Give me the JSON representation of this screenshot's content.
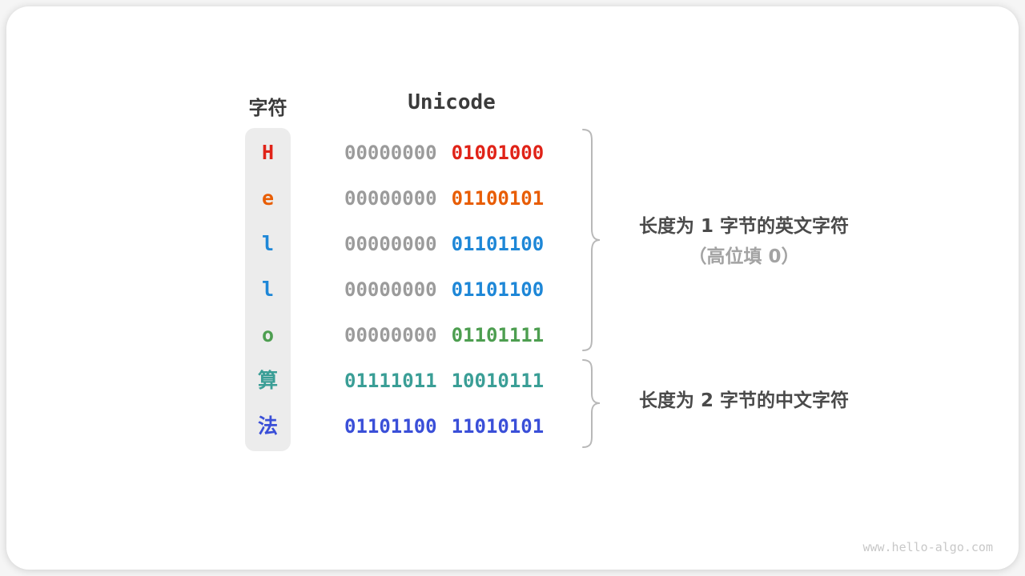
{
  "page": {
    "watermark": "www.hello-algo.com"
  },
  "table": {
    "char_header": "字符",
    "unicode_header": "Unicode",
    "rows": [
      {
        "char": "H",
        "color": "#e02318",
        "bytes": [
          {
            "text": "00000000",
            "color": "#9b9b9b"
          },
          {
            "text": "01001000",
            "color": "#e02318"
          }
        ]
      },
      {
        "char": "e",
        "color": "#e85d04",
        "bytes": [
          {
            "text": "00000000",
            "color": "#9b9b9b"
          },
          {
            "text": "01100101",
            "color": "#e85d04"
          }
        ]
      },
      {
        "char": "l",
        "color": "#1e87d7",
        "bytes": [
          {
            "text": "00000000",
            "color": "#9b9b9b"
          },
          {
            "text": "01101100",
            "color": "#1e87d7"
          }
        ]
      },
      {
        "char": "l",
        "color": "#1e87d7",
        "bytes": [
          {
            "text": "00000000",
            "color": "#9b9b9b"
          },
          {
            "text": "01101100",
            "color": "#1e87d7"
          }
        ]
      },
      {
        "char": "o",
        "color": "#4d9e50",
        "bytes": [
          {
            "text": "00000000",
            "color": "#9b9b9b"
          },
          {
            "text": "01101111",
            "color": "#4d9e50"
          }
        ]
      },
      {
        "char": "算",
        "color": "#3a9e96",
        "bytes": [
          {
            "text": "01111011",
            "color": "#3a9e96"
          },
          {
            "text": "10010111",
            "color": "#3a9e96"
          }
        ]
      },
      {
        "char": "法",
        "color": "#3a4fd8",
        "bytes": [
          {
            "text": "01101100",
            "color": "#3a4fd8"
          },
          {
            "text": "11010101",
            "color": "#3a4fd8"
          }
        ]
      }
    ]
  },
  "annotations": {
    "group1_line1": "长度为 1 字节的英文字符",
    "group1_line2": "（高位填 0）",
    "group2_line1": "长度为 2 字节的中文字符"
  },
  "colors": {
    "text_dark": "#3b3b3b",
    "byte_gray": "#9b9b9b",
    "char_column_bg": "#ececec",
    "brace": "#b8b8b8",
    "note_sub_gray": "#a3a3a3",
    "watermark_gray": "#c8c8c8"
  }
}
